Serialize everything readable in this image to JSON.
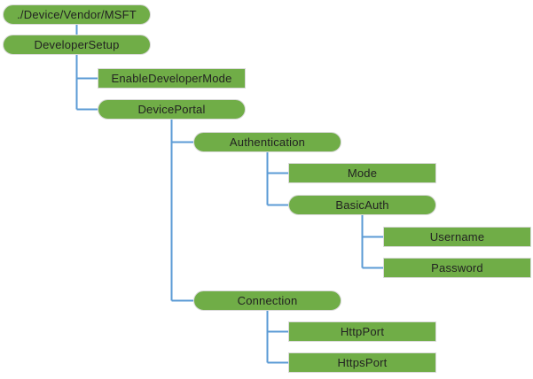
{
  "colors": {
    "node_fill": "#70AD47",
    "node_border": "#DADADA",
    "connector": "#5B9BD5",
    "node_text": "#222222",
    "background": "#FFFFFF"
  },
  "tree": {
    "type": "hierarchy-diagram",
    "nodes": [
      {
        "id": "msft",
        "label": "./Device/Vendor/MSFT",
        "shape": "rounded",
        "level": 0
      },
      {
        "id": "developer-setup",
        "label": "DeveloperSetup",
        "shape": "rounded",
        "level": 0
      },
      {
        "id": "enable-developer-mode",
        "label": "EnableDeveloperMode",
        "shape": "rectangle",
        "level": 1
      },
      {
        "id": "device-portal",
        "label": "DevicePortal",
        "shape": "rounded",
        "level": 1
      },
      {
        "id": "authentication",
        "label": "Authentication",
        "shape": "rounded",
        "level": 2
      },
      {
        "id": "mode",
        "label": "Mode",
        "shape": "rectangle",
        "level": 3
      },
      {
        "id": "basic-auth",
        "label": "BasicAuth",
        "shape": "rounded",
        "level": 3
      },
      {
        "id": "username",
        "label": "Username",
        "shape": "rectangle",
        "level": 4
      },
      {
        "id": "password",
        "label": "Password",
        "shape": "rectangle",
        "level": 4
      },
      {
        "id": "connection",
        "label": "Connection",
        "shape": "rounded",
        "level": 2
      },
      {
        "id": "http-port",
        "label": "HttpPort",
        "shape": "rectangle",
        "level": 3
      },
      {
        "id": "https-port",
        "label": "HttpsPort",
        "shape": "rectangle",
        "level": 3
      }
    ],
    "edges": [
      [
        "./Device/Vendor/MSFT",
        "DeveloperSetup"
      ],
      [
        "DeveloperSetup",
        "EnableDeveloperMode"
      ],
      [
        "DeveloperSetup",
        "DevicePortal"
      ],
      [
        "DevicePortal",
        "Authentication"
      ],
      [
        "DevicePortal",
        "Connection"
      ],
      [
        "Authentication",
        "Mode"
      ],
      [
        "Authentication",
        "BasicAuth"
      ],
      [
        "BasicAuth",
        "Username"
      ],
      [
        "BasicAuth",
        "Password"
      ],
      [
        "Connection",
        "HttpPort"
      ],
      [
        "Connection",
        "HttpsPort"
      ]
    ]
  }
}
